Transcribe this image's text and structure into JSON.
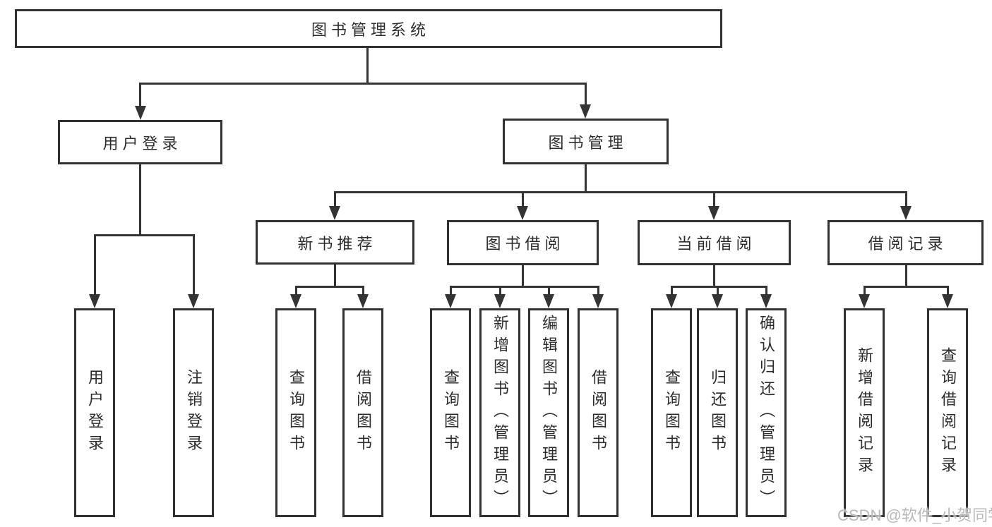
{
  "watermark": "CSDN @软件_小贺同学",
  "tree": {
    "root": "图书管理系统",
    "branches": [
      {
        "label": "用户登录",
        "children": [
          "用户登录",
          "注销登录"
        ]
      },
      {
        "label": "图书管理",
        "groups": [
          {
            "label": "新书推荐",
            "children": [
              "查询图书",
              "借阅图书"
            ]
          },
          {
            "label": "图书借阅",
            "children": [
              "查询图书",
              "新增图书（管理员）",
              "编辑图书（管理员）",
              "借阅图书"
            ]
          },
          {
            "label": "当前借阅",
            "children": [
              "查询图书",
              "归还图书",
              "确认归还（管理员）"
            ]
          },
          {
            "label": "借阅记录",
            "children": [
              "新增借阅记录",
              "查询借阅记录"
            ]
          }
        ]
      }
    ]
  },
  "colors": {
    "line": "#343434",
    "border": "#313131",
    "text": "#2d2d2d",
    "watermark": "#b9b9b9",
    "background": "#ffffff"
  }
}
